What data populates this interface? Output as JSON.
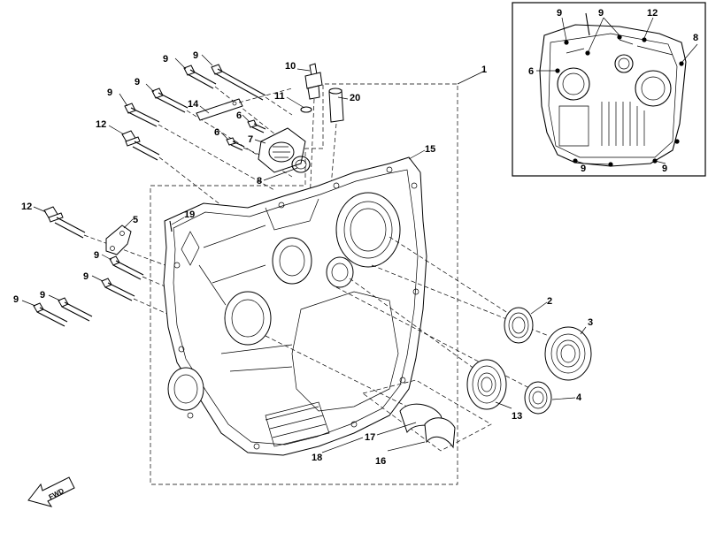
{
  "diagram": {
    "type": "exploded-parts-diagram",
    "callouts": [
      {
        "id": "c1",
        "label": "1"
      },
      {
        "id": "c2",
        "label": "2"
      },
      {
        "id": "c3",
        "label": "3"
      },
      {
        "id": "c4",
        "label": "4"
      },
      {
        "id": "c5",
        "label": "5"
      },
      {
        "id": "c6a",
        "label": "6"
      },
      {
        "id": "c6b",
        "label": "6"
      },
      {
        "id": "c7",
        "label": "7"
      },
      {
        "id": "c8",
        "label": "8"
      },
      {
        "id": "c9a",
        "label": "9"
      },
      {
        "id": "c9b",
        "label": "9"
      },
      {
        "id": "c9c",
        "label": "9"
      },
      {
        "id": "c9d",
        "label": "9"
      },
      {
        "id": "c9e",
        "label": "9"
      },
      {
        "id": "c9f",
        "label": "9"
      },
      {
        "id": "c9g",
        "label": "9"
      },
      {
        "id": "c9h",
        "label": "9"
      },
      {
        "id": "c10",
        "label": "10"
      },
      {
        "id": "c11",
        "label": "11"
      },
      {
        "id": "c12a",
        "label": "12"
      },
      {
        "id": "c12b",
        "label": "12"
      },
      {
        "id": "c13",
        "label": "13"
      },
      {
        "id": "c14",
        "label": "14"
      },
      {
        "id": "c15",
        "label": "15"
      },
      {
        "id": "c16",
        "label": "16"
      },
      {
        "id": "c17",
        "label": "17"
      },
      {
        "id": "c18",
        "label": "18"
      },
      {
        "id": "c19",
        "label": "19"
      },
      {
        "id": "c20",
        "label": "20"
      }
    ],
    "inset_callouts": [
      {
        "id": "i9a",
        "label": "9"
      },
      {
        "id": "i9b",
        "label": "9"
      },
      {
        "id": "i12a",
        "label": "12"
      },
      {
        "id": "i8",
        "label": "8"
      },
      {
        "id": "i6",
        "label": "6"
      },
      {
        "id": "i9c",
        "label": "9"
      },
      {
        "id": "i9d",
        "label": "9"
      }
    ],
    "fwd_label": "FWD"
  }
}
